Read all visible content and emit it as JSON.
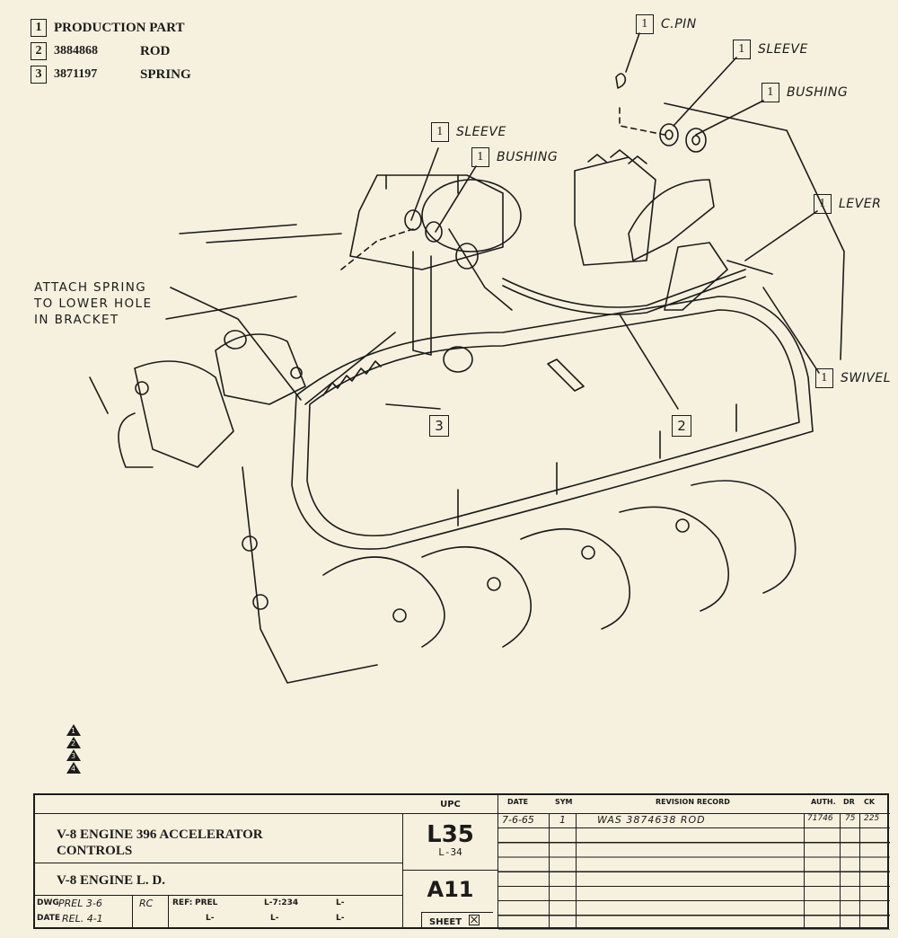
{
  "legend": [
    {
      "num": "1",
      "part": "",
      "name": "PRODUCTION PART"
    },
    {
      "num": "2",
      "part": "3884868",
      "name": "ROD"
    },
    {
      "num": "3",
      "part": "3871197",
      "name": "SPRING"
    }
  ],
  "callouts": {
    "cpin": {
      "num": "1",
      "label": "C.PIN"
    },
    "sleeve_top": {
      "num": "1",
      "label": "SLEEVE"
    },
    "bushing_top": {
      "num": "1",
      "label": "BUSHING"
    },
    "sleeve_mid": {
      "num": "1",
      "label": "SLEEVE"
    },
    "bushing_mid": {
      "num": "1",
      "label": "BUSHING"
    },
    "lever": {
      "num": "1",
      "label": "LEVER"
    },
    "swivel": {
      "num": "1",
      "label": "SWIVEL"
    }
  },
  "note": [
    "ATTACH SPRING",
    "TO LOWER HOLE",
    "IN BRACKET"
  ],
  "item_tags": {
    "spring": "3",
    "rod": "2"
  },
  "revisions_triangles": [
    "1",
    "2",
    "3",
    "4"
  ],
  "title_block": {
    "title_line1": "V-8 ENGINE 396 ACCELERATOR",
    "title_line2": "CONTROLS",
    "subtitle": "V-8 ENGINE L. D.",
    "upc_header": "UPC",
    "upc_code": "L35",
    "upc_sub": "L-34",
    "group": "A11",
    "sheet_label": "SHEET",
    "dwg_label": "DWG",
    "dwg_value": "PREL 3-6",
    "dwg_initials": "RC",
    "date_label": "DATE",
    "date_value": "REL. 4-1",
    "ref_label": "REF:",
    "ref_value": "PREL",
    "ref_l1": "L-7:234",
    "ref_l2": "L-",
    "ref_l3": "L-",
    "ref_l4": "L-",
    "ref_l5": "L-",
    "headers": {
      "date": "DATE",
      "sym": "SYM",
      "revision": "REVISION RECORD",
      "auth": "AUTH.",
      "dr": "DR",
      "ck": "CK"
    },
    "revision_rows": [
      {
        "date": "7-6-65",
        "sym": "1",
        "record": "WAS 3874638 ROD",
        "auth": "71746",
        "dr": "75",
        "ck": "225"
      }
    ]
  }
}
